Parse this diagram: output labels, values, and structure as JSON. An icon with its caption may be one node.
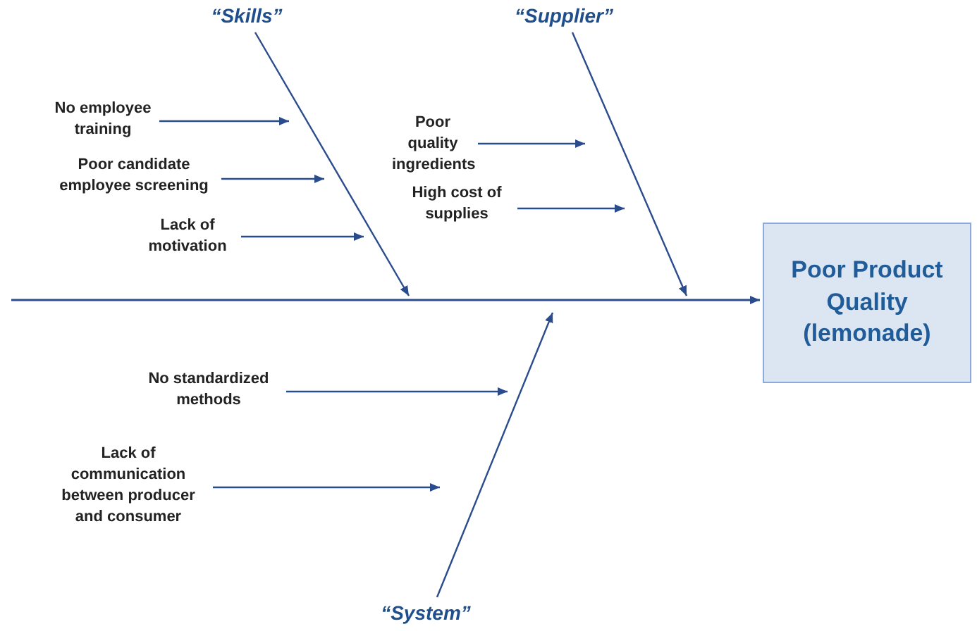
{
  "diagram": {
    "nodes": [
      {
        "text": [
          "“Skills”"
        ]
      },
      {
        "text": [
          "“Supplier”"
        ]
      },
      {
        "text": [
          "“System”"
        ]
      },
      {
        "text": [
          "Poor Product Quality (lemonade)"
        ]
      },
      {
        "text": [
          "No employee training"
        ]
      },
      {
        "text": [
          "Poor candidate employee screening"
        ]
      },
      {
        "text": [
          "Lack of motivation"
        ]
      },
      {
        "text": [
          "Poor quality ingredients"
        ]
      },
      {
        "text": [
          "High cost of supplies"
        ]
      },
      {
        "text": [
          "No standardized methods"
        ]
      },
      {
        "text": [
          "Lack of communication between producer and consumer"
        ]
      }
    ],
    "edges": [
      {
        "from": null,
        "to": 3,
        "arrow": "to"
      },
      {
        "from": 0,
        "to": null,
        "arrow": "to"
      },
      {
        "from": 1,
        "to": null,
        "arrow": "to"
      },
      {
        "from": 2,
        "to": null,
        "arrow": "to"
      },
      {
        "from": 4,
        "to": null,
        "arrow": "to"
      },
      {
        "from": 5,
        "to": null,
        "arrow": "to"
      },
      {
        "from": 6,
        "to": null,
        "arrow": "to"
      },
      {
        "from": 7,
        "to": null,
        "arrow": "to"
      },
      {
        "from": 8,
        "to": null,
        "arrow": "to"
      },
      {
        "from": 9,
        "to": null,
        "arrow": "to"
      },
      {
        "from": 10,
        "to": null,
        "arrow": "to"
      }
    ]
  }
}
